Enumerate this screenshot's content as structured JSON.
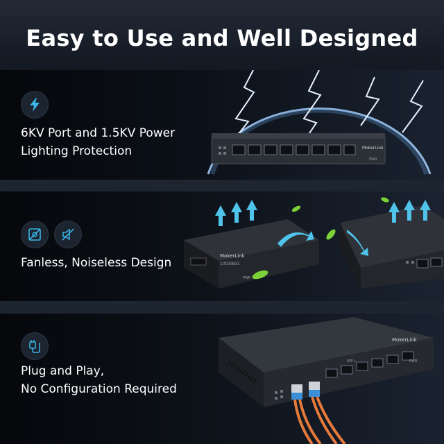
{
  "header": {
    "title": "Easy to Use and Well Designed"
  },
  "features": [
    {
      "icon": "lightning-bolt-icon",
      "lines": [
        "6KV Port and 1.5KV Power",
        "Lighting Protection"
      ]
    },
    {
      "icons": [
        "no-fan-icon",
        "muted-speaker-icon"
      ],
      "lines": [
        "Fanless, Noiseless Design"
      ]
    },
    {
      "icon": "plug-and-play-icon",
      "lines": [
        "Plug and Play,",
        "No Configuration Required"
      ]
    }
  ],
  "product": {
    "brand": "MokerLink",
    "model": "10G08SG",
    "sfp_label": "SFP+",
    "power_label": "PWR"
  },
  "colors": {
    "accent": "#3bb6e6",
    "background": "#0b0f16",
    "leaf": "#7dd23a"
  }
}
